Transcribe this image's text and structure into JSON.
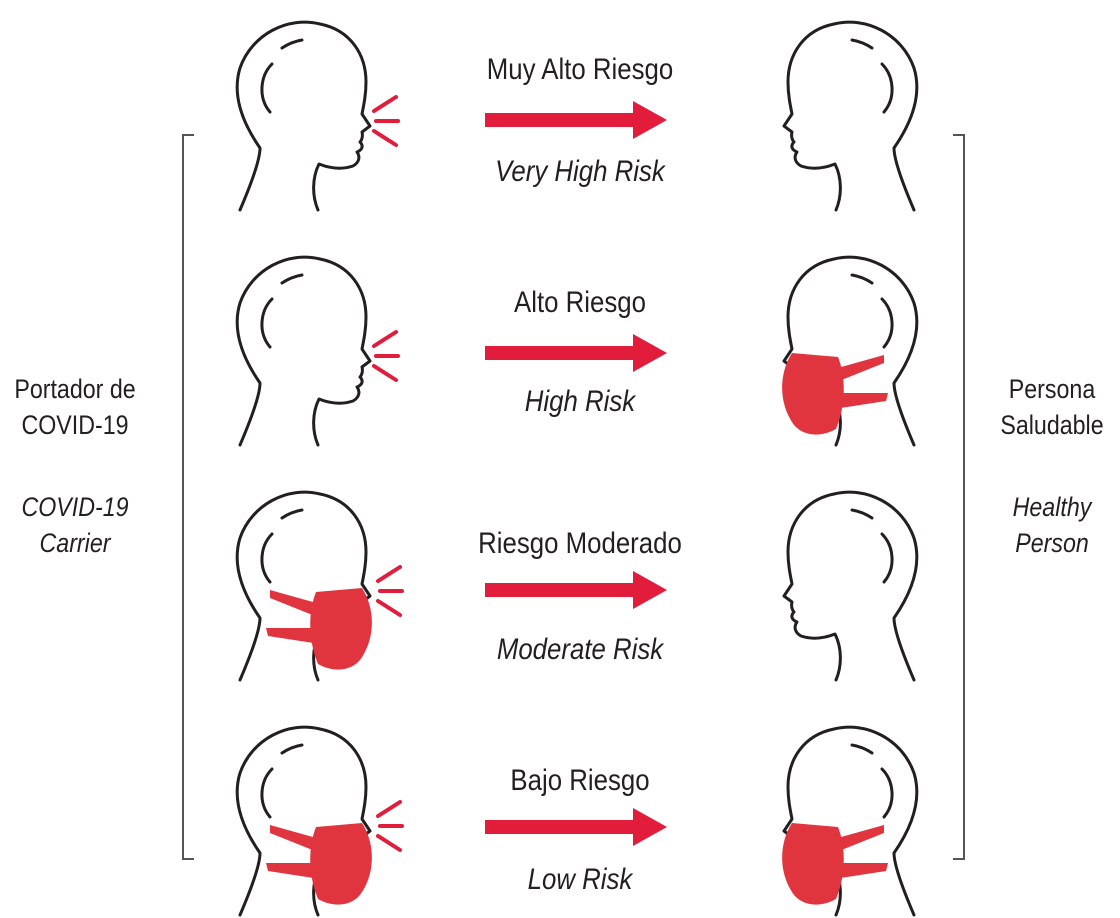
{
  "carrier": {
    "label_es": "Portador de COVID-19",
    "label_en": "COVID-19 Carrier"
  },
  "healthy": {
    "label_es": "Persona Saludable",
    "label_en": "Healthy Person"
  },
  "rows": [
    {
      "risk_es": "Muy Alto Riesgo",
      "risk_en": "Very High Risk",
      "carrier_mask": false,
      "healthy_mask": false
    },
    {
      "risk_es": "Alto Riesgo",
      "risk_en": "High Risk",
      "carrier_mask": false,
      "healthy_mask": true
    },
    {
      "risk_es": "Riesgo Moderado",
      "risk_en": "Moderate Risk",
      "carrier_mask": true,
      "healthy_mask": false
    },
    {
      "risk_es": "Bajo Riesgo",
      "risk_en": "Low Risk",
      "carrier_mask": true,
      "healthy_mask": true
    }
  ],
  "colors": {
    "accent": "#e21d3c",
    "mask": "#e0353f",
    "ink": "#231f20"
  },
  "icons": [
    "head-profile-icon",
    "breath-lines-icon",
    "face-mask-icon",
    "arrow-right-icon"
  ]
}
